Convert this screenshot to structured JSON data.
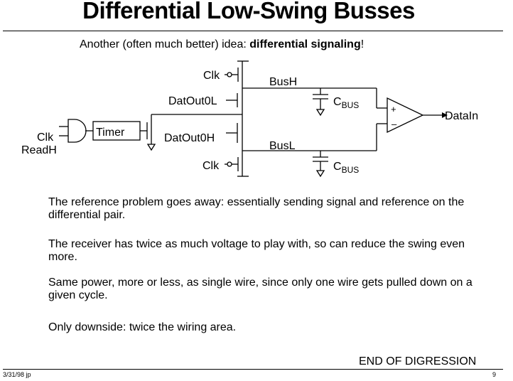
{
  "slide": {
    "title": "Differential Low-Swing Busses",
    "intro_prefix": "Another (often much better) idea:  ",
    "intro_bold": "differential signaling",
    "intro_suffix": "!"
  },
  "circuit": {
    "labels": {
      "clk_top": "Clk",
      "bus_h": "BusH",
      "datout0l": "DatOut0L",
      "c_bus_top": "C",
      "c_bus_top_sub": "BUS",
      "timer": "Timer",
      "clk_in": "Clk",
      "readh": "ReadH",
      "datout0h": "DatOut0H",
      "bus_l": "BusL",
      "clk_bottom": "Clk",
      "c_bus_bottom": "C",
      "c_bus_bottom_sub": "BUS",
      "plus": "+",
      "minus": "–",
      "data_in": "DataIn"
    }
  },
  "body": {
    "p1": "The reference problem goes away:  essentially sending signal and reference on the differential pair.",
    "p2": "The receiver has twice as much voltage to play with, so can reduce the swing even more.",
    "p3": "Same power, more or less, as single wire, since only one wire gets pulled down on a given cycle.",
    "p4": "Only downside:  twice the wiring area.",
    "end_note": "END OF DIGRESSION"
  },
  "footer": {
    "date": "3/31/98 jp",
    "page": "9"
  }
}
